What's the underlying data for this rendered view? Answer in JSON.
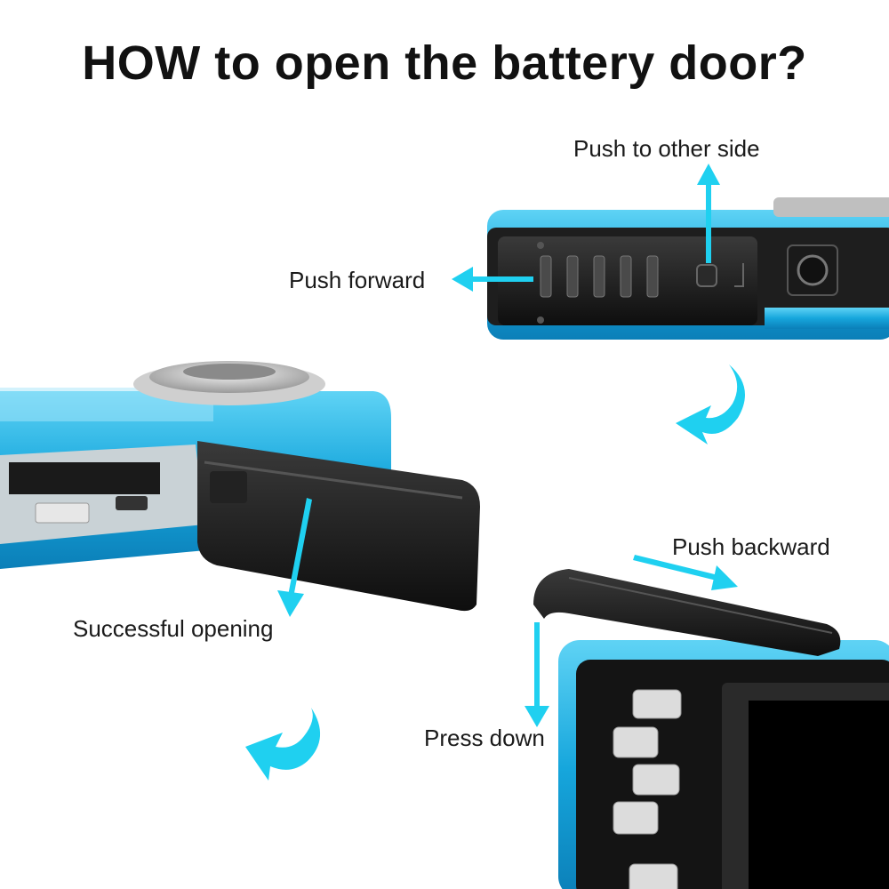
{
  "title": "HOW to open the battery door?",
  "labels": {
    "push_other_side": "Push to other side",
    "push_forward": "Push forward",
    "push_backward": "Push backward",
    "successful_opening": "Successful opening",
    "press_down": "Press down"
  },
  "colors": {
    "accent": "#1fd0f0",
    "camera_body": "#1aa8d8",
    "door": "#1b1b1b",
    "text": "#111111"
  },
  "icons": [
    "curved-arrow-icon",
    "straight-arrow-icon"
  ]
}
